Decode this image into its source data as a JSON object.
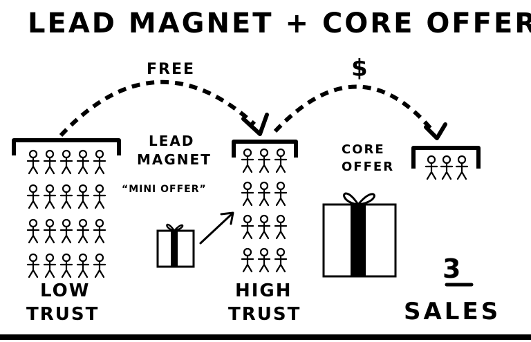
{
  "title": "Lead Magnet + Core Offer",
  "arrow_left_label": "FREE",
  "arrow_right_label": "$",
  "lead_magnet_label": [
    "Lead",
    "Magnet"
  ],
  "lead_magnet_caption": "“Mini Offer”",
  "core_offer_label": [
    "Core",
    "Offer"
  ],
  "left_group_label": [
    "Low",
    "Trust"
  ],
  "middle_group_label": [
    "High",
    "Trust"
  ],
  "sales_count": "3",
  "sales_label": "Sales",
  "groups": {
    "low_trust_people": 20,
    "high_trust_people": 12,
    "sales_people": 3
  }
}
